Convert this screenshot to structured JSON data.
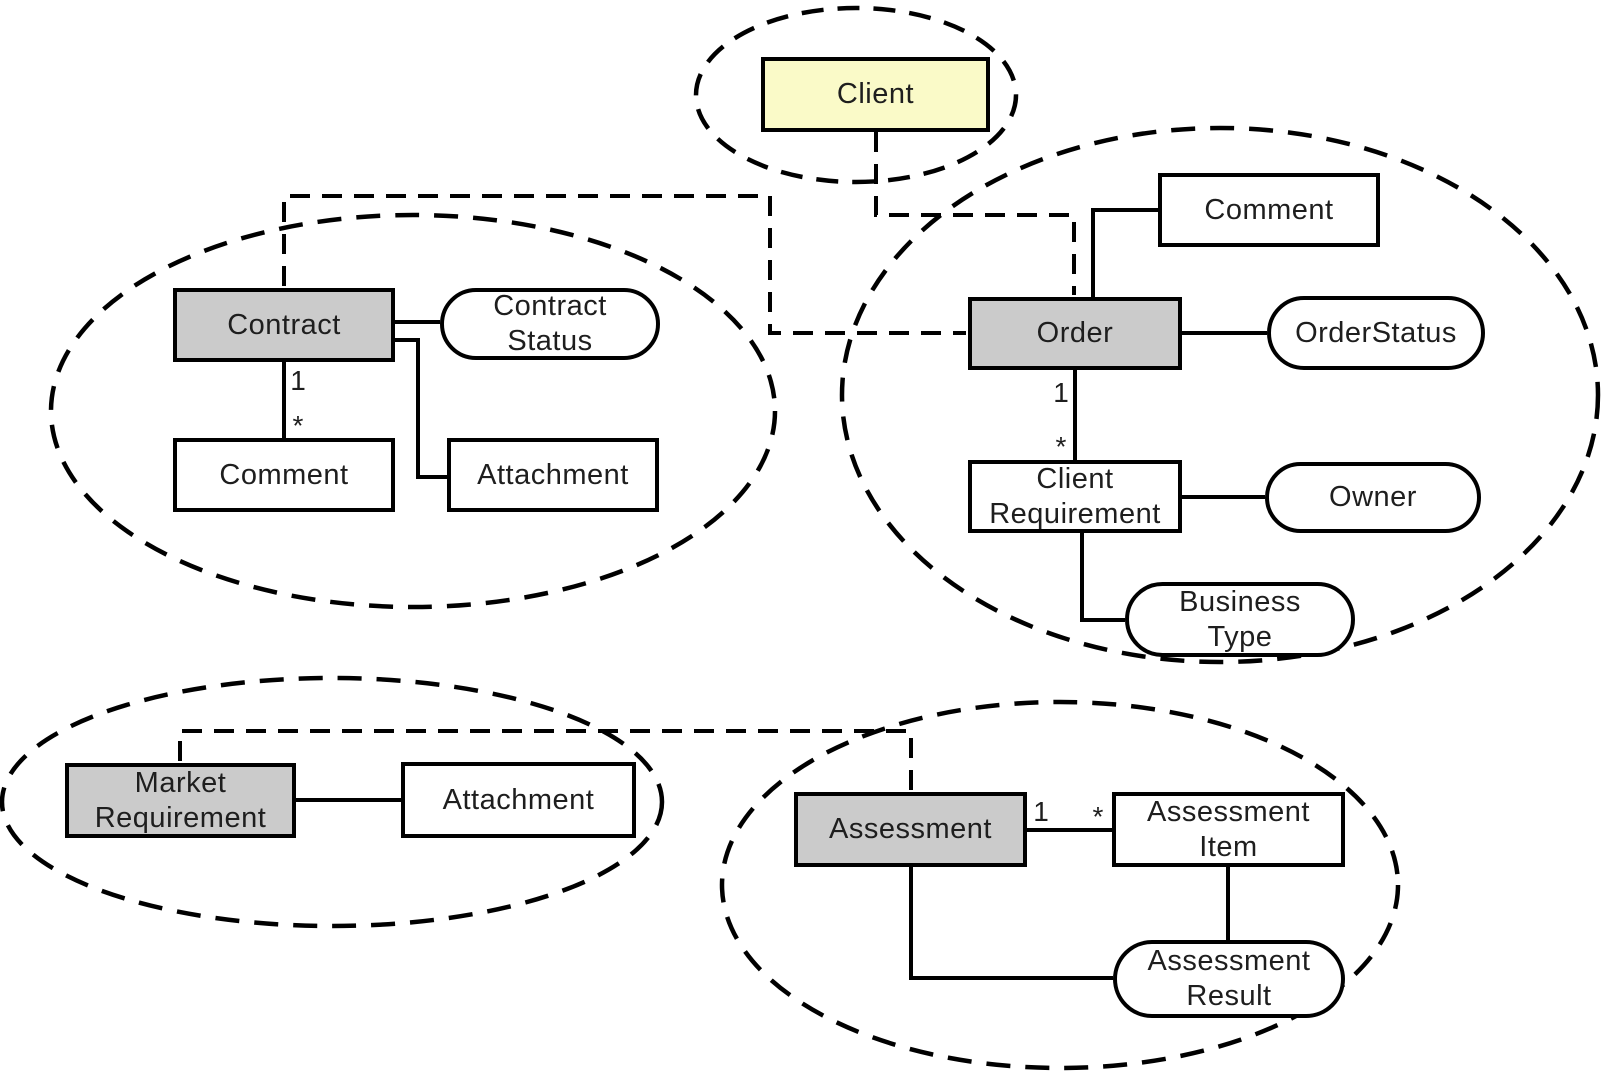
{
  "diagram": {
    "title": "bounded-context domain model",
    "colors": {
      "background": "#ffffff",
      "stroke": "#000000",
      "aggregate_fill": "#cbcbcb",
      "external_fill": "#fafac8",
      "plain_fill": "#ffffff",
      "text": "#1e1e1e"
    },
    "nodes": {
      "client": {
        "label": "Client"
      },
      "contract": {
        "label": "Contract"
      },
      "contract_status": {
        "label": "Contract\nStatus"
      },
      "contract_comment": {
        "label": "Comment"
      },
      "contract_attachment": {
        "label": "Attachment"
      },
      "order_comment": {
        "label": "Comment"
      },
      "order": {
        "label": "Order"
      },
      "order_status": {
        "label": "OrderStatus"
      },
      "client_requirement": {
        "label": "Client\nRequirement"
      },
      "owner": {
        "label": "Owner"
      },
      "business_type": {
        "label": "Business\nType"
      },
      "market_requirement": {
        "label": "Market\nRequirement"
      },
      "market_attachment": {
        "label": "Attachment"
      },
      "assessment": {
        "label": "Assessment"
      },
      "assessment_item": {
        "label": "Assessment\nItem"
      },
      "assessment_result": {
        "label": "Assessment\nResult"
      }
    },
    "multiplicities": {
      "contract_comment": {
        "one": "1",
        "many": "*"
      },
      "order_client_requirement": {
        "one": "1",
        "many": "*"
      },
      "assessment_assessment_item": {
        "one": "1",
        "many": "*"
      }
    }
  }
}
